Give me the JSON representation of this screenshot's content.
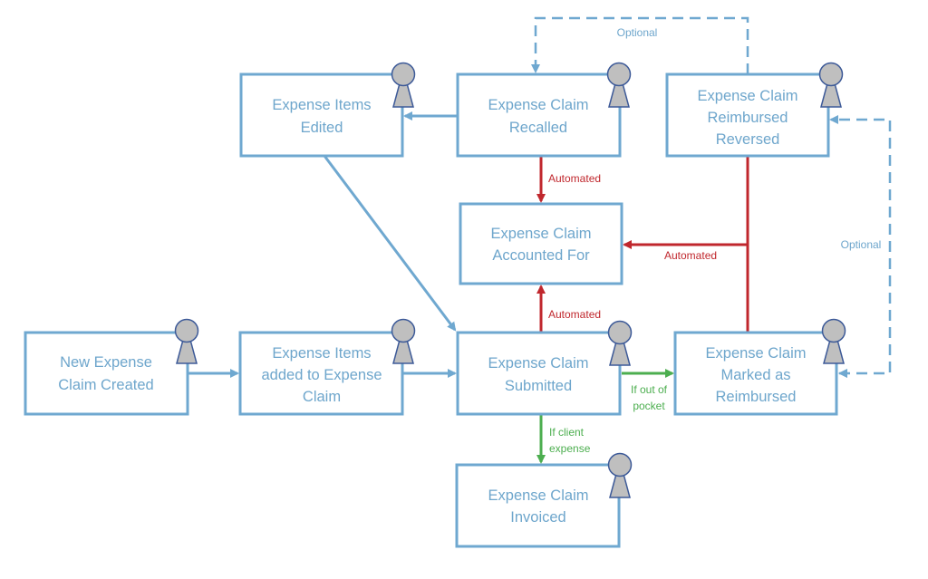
{
  "nodes": {
    "edited": [
      "Expense Items",
      "Edited"
    ],
    "recalled": [
      "Expense Claim",
      "Recalled"
    ],
    "reversed": [
      "Expense Claim",
      "Reimbursed",
      "Reversed"
    ],
    "accounted": [
      "Expense Claim",
      "Accounted For"
    ],
    "created": [
      "New Expense",
      "Claim Created"
    ],
    "added": [
      "Expense Items",
      "added to Expense",
      "Claim"
    ],
    "submitted": [
      "Expense Claim",
      "Submitted"
    ],
    "marked": [
      "Expense Claim",
      "Marked as",
      "Reimbursed"
    ],
    "invoiced": [
      "Expense Claim",
      "Invoiced"
    ]
  },
  "edge_labels": {
    "optional_top": "Optional",
    "optional_right": "Optional",
    "automated_recalled": "Automated",
    "automated_reversed": "Automated",
    "automated_submitted": "Automated",
    "out_of_pocket": [
      "If out of",
      "pocket"
    ],
    "client_expense": [
      "If client",
      "expense"
    ]
  },
  "colors": {
    "node": "#6fa8d0",
    "automated": "#c0272d",
    "conditional": "#4cae4f",
    "person": "#bfbfbf"
  },
  "icons": {
    "actor": "person-icon"
  }
}
